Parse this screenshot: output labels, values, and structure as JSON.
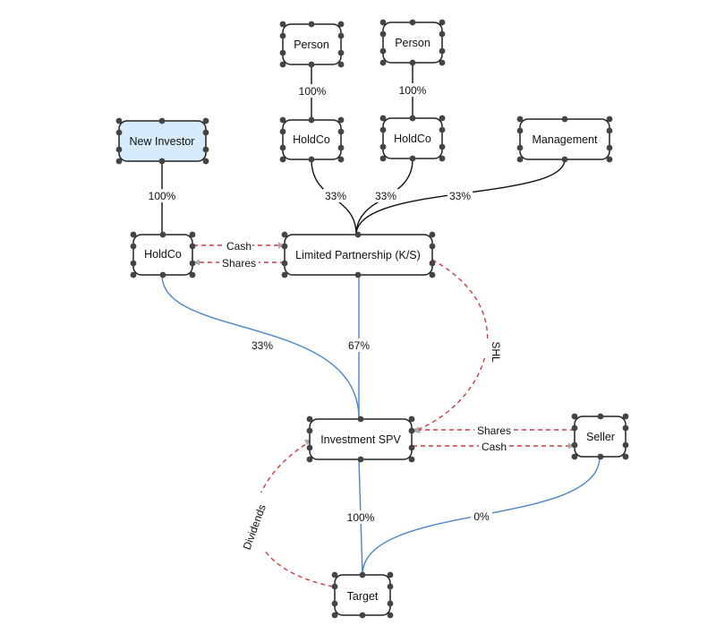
{
  "nodes": [
    {
      "id": "person_1",
      "label": "Person",
      "highlight": false
    },
    {
      "id": "person_2",
      "label": "Person",
      "highlight": false
    },
    {
      "id": "new_investor",
      "label": "New Investor",
      "highlight": true
    },
    {
      "id": "holdco_1",
      "label": "HoldCo",
      "highlight": false
    },
    {
      "id": "holdco_2",
      "label": "HoldCo",
      "highlight": false
    },
    {
      "id": "management",
      "label": "Management",
      "highlight": false
    },
    {
      "id": "holdco_investor",
      "label": "HoldCo",
      "highlight": false
    },
    {
      "id": "limited_partnership",
      "label": "Limited Partnership (K/S)",
      "highlight": false
    },
    {
      "id": "investment_spv",
      "label": "Investment SPV",
      "highlight": false
    },
    {
      "id": "seller",
      "label": "Seller",
      "highlight": false
    },
    {
      "id": "target",
      "label": "Target",
      "highlight": false
    }
  ],
  "edges": [
    {
      "id": "e_person1_holdco1",
      "from": "person_1",
      "to": "holdco_1",
      "label": "100%",
      "style": "ownership"
    },
    {
      "id": "e_person2_holdco2",
      "from": "person_2",
      "to": "holdco_2",
      "label": "100%",
      "style": "ownership"
    },
    {
      "id": "e_newinv_holdco",
      "from": "new_investor",
      "to": "holdco_investor",
      "label": "100%",
      "style": "ownership"
    },
    {
      "id": "e_holdco1_lp",
      "from": "holdco_1",
      "to": "limited_partnership",
      "label": "33%",
      "style": "ownership"
    },
    {
      "id": "e_holdco2_lp",
      "from": "holdco_2",
      "to": "limited_partnership",
      "label": "33%",
      "style": "ownership"
    },
    {
      "id": "e_mgmt_lp",
      "from": "management",
      "to": "limited_partnership",
      "label": "33%",
      "style": "ownership"
    },
    {
      "id": "e_holdco_lp_cash",
      "from": "holdco_investor",
      "to": "limited_partnership",
      "label": "Cash",
      "style": "flow"
    },
    {
      "id": "e_lp_holdco_shares",
      "from": "limited_partnership",
      "to": "holdco_investor",
      "label": "Shares",
      "style": "flow"
    },
    {
      "id": "e_holdco_spv",
      "from": "holdco_investor",
      "to": "investment_spv",
      "label": "33%",
      "style": "investment"
    },
    {
      "id": "e_lp_spv",
      "from": "limited_partnership",
      "to": "investment_spv",
      "label": "67%",
      "style": "investment"
    },
    {
      "id": "e_lp_spv_shl",
      "from": "limited_partnership",
      "to": "investment_spv",
      "label": "SHL",
      "style": "flow"
    },
    {
      "id": "e_seller_spv_shares",
      "from": "seller",
      "to": "investment_spv",
      "label": "Shares",
      "style": "flow"
    },
    {
      "id": "e_spv_seller_cash",
      "from": "investment_spv",
      "to": "seller",
      "label": "Cash",
      "style": "flow"
    },
    {
      "id": "e_spv_target",
      "from": "investment_spv",
      "to": "target",
      "label": "100%",
      "style": "investment"
    },
    {
      "id": "e_seller_target",
      "from": "seller",
      "to": "target",
      "label": "0%",
      "style": "investment"
    },
    {
      "id": "e_target_spv_dividends",
      "from": "target",
      "to": "investment_spv",
      "label": "Dividends",
      "style": "flow"
    }
  ],
  "colors": {
    "highlight_fill": "#d6ebfb",
    "ownership_line": "#111111",
    "investment_line": "#4a86c8",
    "flow_line": "#d33a3a",
    "arrowhead": "#aaaaaa",
    "handle": "#444444"
  }
}
